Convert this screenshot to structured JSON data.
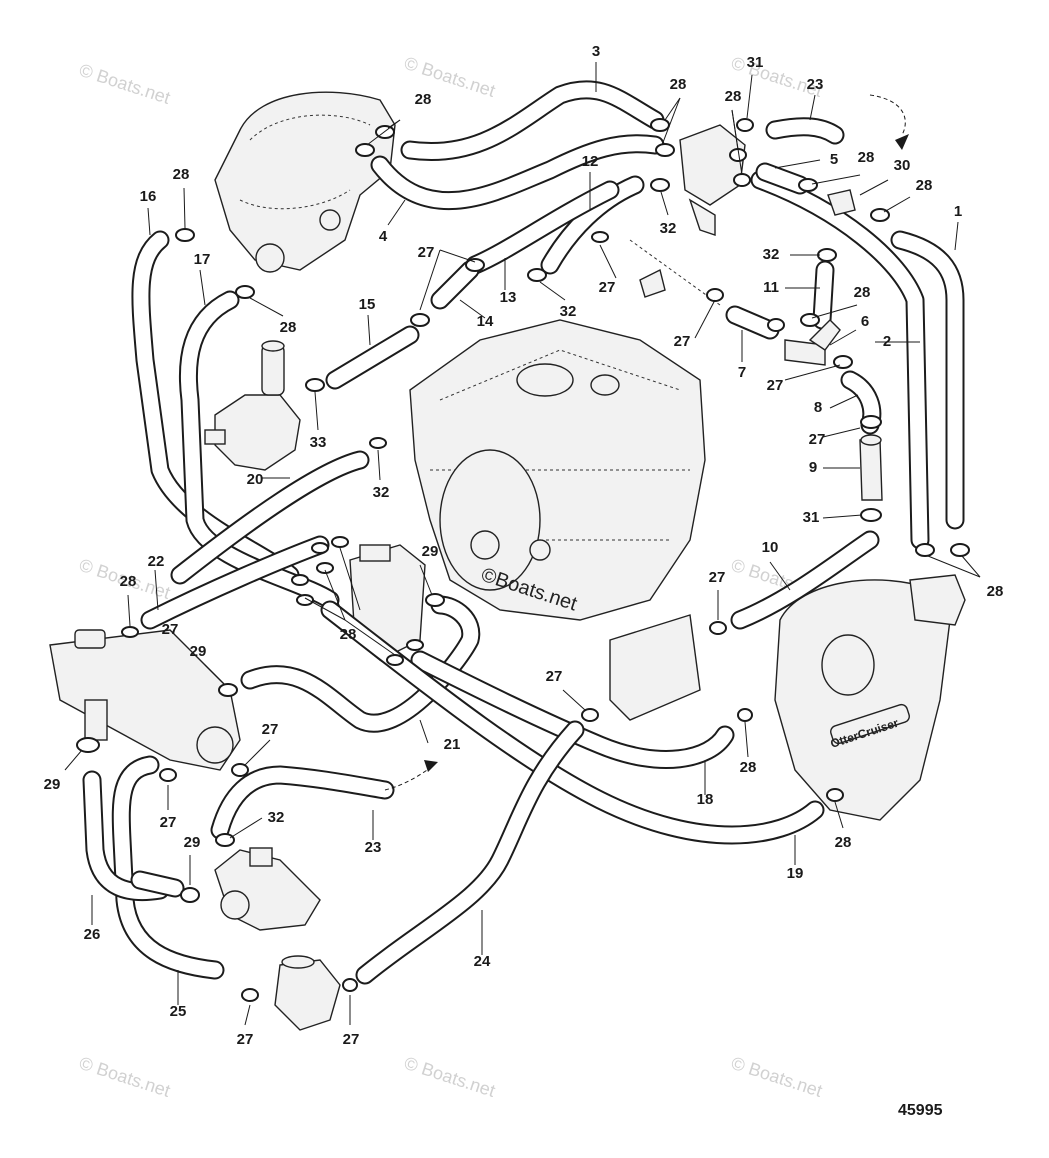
{
  "diagram": {
    "drawing_number": "45995",
    "watermark": "© Boats.net",
    "center_watermark": "©Boats.net",
    "engine_logo_text": "OtterCruiser",
    "callouts": [
      {
        "id": "1",
        "label": "1"
      },
      {
        "id": "2",
        "label": "2"
      },
      {
        "id": "3",
        "label": "3"
      },
      {
        "id": "4",
        "label": "4"
      },
      {
        "id": "5",
        "label": "5"
      },
      {
        "id": "6",
        "label": "6"
      },
      {
        "id": "7",
        "label": "7"
      },
      {
        "id": "8",
        "label": "8"
      },
      {
        "id": "9",
        "label": "9"
      },
      {
        "id": "10",
        "label": "10"
      },
      {
        "id": "11",
        "label": "11"
      },
      {
        "id": "12",
        "label": "12"
      },
      {
        "id": "13",
        "label": "13"
      },
      {
        "id": "14",
        "label": "14"
      },
      {
        "id": "15",
        "label": "15"
      },
      {
        "id": "16",
        "label": "16"
      },
      {
        "id": "17",
        "label": "17"
      },
      {
        "id": "18",
        "label": "18"
      },
      {
        "id": "19",
        "label": "19"
      },
      {
        "id": "20",
        "label": "20"
      },
      {
        "id": "21",
        "label": "21"
      },
      {
        "id": "22",
        "label": "22"
      },
      {
        "id": "23a",
        "label": "23"
      },
      {
        "id": "23b",
        "label": "23"
      },
      {
        "id": "24",
        "label": "24"
      },
      {
        "id": "25",
        "label": "25"
      },
      {
        "id": "26",
        "label": "26"
      },
      {
        "id": "27a",
        "label": "27"
      },
      {
        "id": "27b",
        "label": "27"
      },
      {
        "id": "27c",
        "label": "27"
      },
      {
        "id": "27d",
        "label": "27"
      },
      {
        "id": "27e",
        "label": "27"
      },
      {
        "id": "27f",
        "label": "27"
      },
      {
        "id": "27g",
        "label": "27"
      },
      {
        "id": "27h",
        "label": "27"
      },
      {
        "id": "27i",
        "label": "27"
      },
      {
        "id": "27j",
        "label": "27"
      },
      {
        "id": "27k",
        "label": "27"
      },
      {
        "id": "27l",
        "label": "27"
      },
      {
        "id": "28a",
        "label": "28"
      },
      {
        "id": "28b",
        "label": "28"
      },
      {
        "id": "28c",
        "label": "28"
      },
      {
        "id": "28d",
        "label": "28"
      },
      {
        "id": "28e",
        "label": "28"
      },
      {
        "id": "28f",
        "label": "28"
      },
      {
        "id": "28g",
        "label": "28"
      },
      {
        "id": "28h",
        "label": "28"
      },
      {
        "id": "28i",
        "label": "28"
      },
      {
        "id": "28j",
        "label": "28"
      },
      {
        "id": "28k",
        "label": "28"
      },
      {
        "id": "28l",
        "label": "28"
      },
      {
        "id": "28m",
        "label": "28"
      },
      {
        "id": "29a",
        "label": "29"
      },
      {
        "id": "29b",
        "label": "29"
      },
      {
        "id": "29c",
        "label": "29"
      },
      {
        "id": "29d",
        "label": "29"
      },
      {
        "id": "30",
        "label": "30"
      },
      {
        "id": "31a",
        "label": "31"
      },
      {
        "id": "31b",
        "label": "31"
      },
      {
        "id": "32a",
        "label": "32"
      },
      {
        "id": "32b",
        "label": "32"
      },
      {
        "id": "32c",
        "label": "32"
      },
      {
        "id": "32d",
        "label": "32"
      },
      {
        "id": "32e",
        "label": "32"
      },
      {
        "id": "33",
        "label": "33"
      }
    ]
  }
}
